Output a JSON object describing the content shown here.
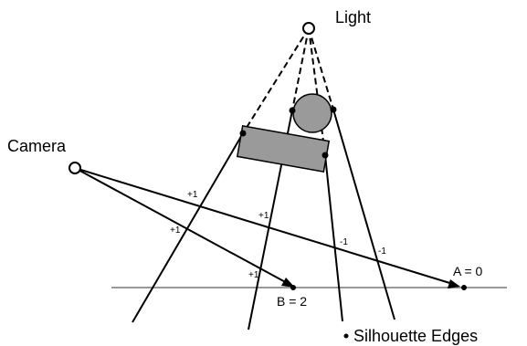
{
  "labels": {
    "light": "Light",
    "camera": "Camera",
    "point_a": "A = 0",
    "point_b": "B = 2",
    "legend": "Silhouette Edges"
  },
  "crossing_counts": {
    "ray_a_first": "+1",
    "ray_a_second": "+1",
    "ray_a_third": "-1",
    "ray_a_fourth": "-1",
    "ray_b_first": "+1",
    "ray_b_second": "+1"
  },
  "colors": {
    "ground": "#999999",
    "occluder_fill": "#9a9a9a",
    "outline": "#000000"
  }
}
